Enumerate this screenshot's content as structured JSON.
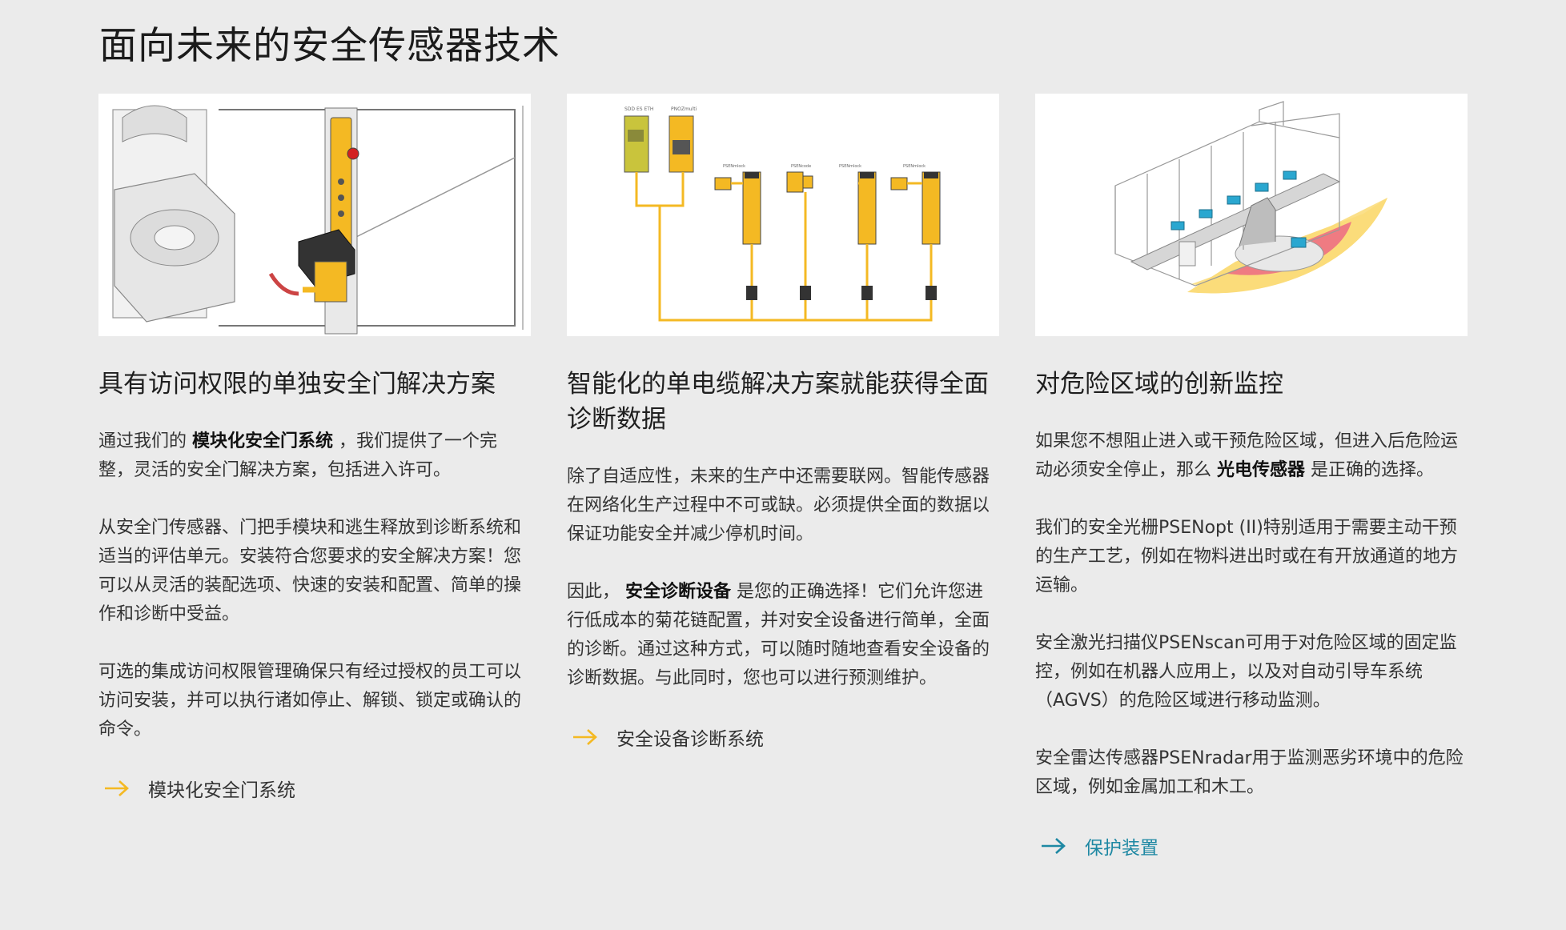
{
  "page": {
    "title": "面向未来的安全传感器技术"
  },
  "colors": {
    "accent_yellow": "#f4b923",
    "link_blue": "#1e88a3",
    "background": "#ebebeb",
    "danger_red": "#ef7b82"
  },
  "cards": [
    {
      "image_icon": "safety-gate-illustration",
      "title": "具有访问权限的单独安全门解决方案",
      "p1_pre": "通过我们的 ",
      "p1_bold": "模块化安全门系统",
      "p1_post": " ，我们提供了一个完整，灵活的安全门解决方案，包括进入许可。",
      "p2": "从安全门传感器、门把手模块和逃生释放到诊断系统和适当的评估单元。安装符合您要求的安全解决方案！您可以从灵活的装配选项、快速的安装和配置、简单的操作和诊断中受益。",
      "p3": "可选的集成访问权限管理确保只有经过授权的员工可以访问安装，并可以执行诸如停止、解锁、锁定或确认的命令。",
      "link_label": "模块化安全门系统",
      "link_icon": "arrow-right-icon"
    },
    {
      "image_icon": "daisy-chain-diagram",
      "image_labels": {
        "module1": "SDD ES ETH",
        "module2": "PNOZmulti",
        "s1": "PSENmlock",
        "s2": "PSENcode",
        "s3": "PSENmlock",
        "s4": "PSENmlock"
      },
      "title": "智能化的单电缆解决方案就能获得全面诊断数据",
      "p1": "除了自适应性，未来的生产中还需要联网。智能传感器在网络化生产过程中不可或缺。必须提供全面的数据以保证功能安全并减少停机时间。",
      "p2_pre": "因此， ",
      "p2_bold": "安全诊断设备",
      "p2_post": " 是您的正确选择！它们允许您进行低成本的菊花链配置，并对安全设备进行简单，全面的诊断。通过这种方式，可以随时随地查看安全设备的诊断数据。与此同时，您也可以进行预测维护。",
      "link_label": "安全设备诊断系统",
      "link_icon": "arrow-right-icon"
    },
    {
      "image_icon": "danger-zone-monitoring-illustration",
      "title": "对危险区域的创新监控",
      "p1_pre": "如果您不想阻止进入或干预危险区域，但进入后危险运动必须安全停止，那么 ",
      "p1_bold": "光电传感器",
      "p1_post": " 是正确的选择。",
      "p2": "我们的安全光栅PSENopt (II)特别适用于需要主动干预的生产工艺，例如在物料进出时或在有开放通道的地方运输。",
      "p3": "安全激光扫描仪PSENscan可用于对危险区域的固定监控，例如在机器人应用上，以及对自动引导车系统（AGVS）的危险区域进行移动监测。",
      "p4": "安全雷达传感器PSENradar用于监测恶劣环境中的危险区域，例如金属加工和木工。",
      "link_label": "保护装置",
      "link_icon": "arrow-right-icon"
    }
  ]
}
